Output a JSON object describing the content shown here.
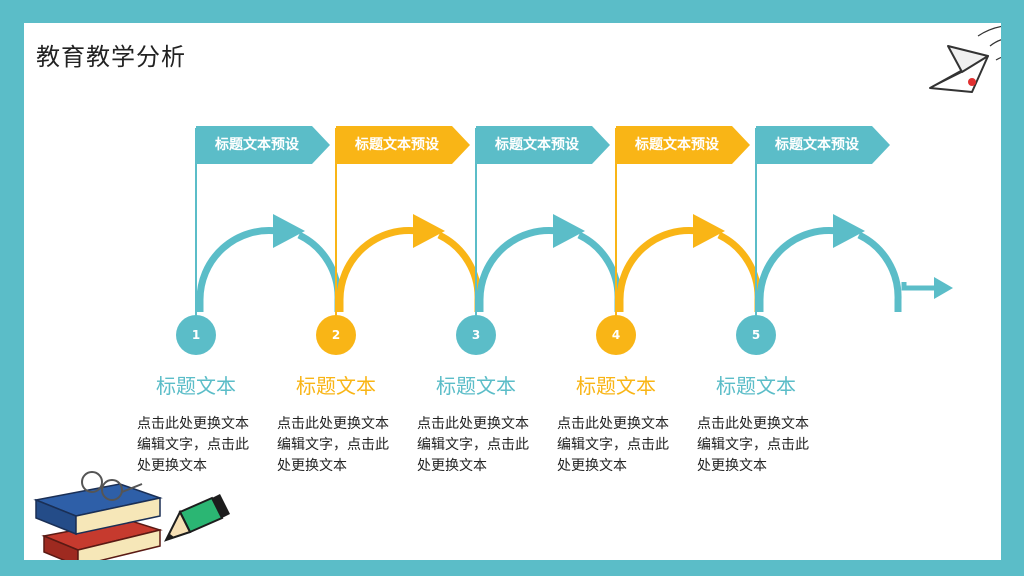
{
  "page": {
    "title": "教育教学分析"
  },
  "colors": {
    "teal": "#5BBDC8",
    "orange": "#F9B516"
  },
  "steps": [
    {
      "number": "1",
      "banner": "标题文本预设",
      "title": "标题文本",
      "desc": "点击此处更换文本编辑文字，点击此处更换文本",
      "color": "#5BBDC8"
    },
    {
      "number": "2",
      "banner": "标题文本预设",
      "title": "标题文本",
      "desc": "点击此处更换文本编辑文字，点击此处更换文本",
      "color": "#F9B516"
    },
    {
      "number": "3",
      "banner": "标题文本预设",
      "title": "标题文本",
      "desc": "点击此处更换文本编辑文字，点击此处更换文本",
      "color": "#5BBDC8"
    },
    {
      "number": "4",
      "banner": "标题文本预设",
      "title": "标题文本",
      "desc": "点击此处更换文本编辑文字，点击此处更换文本",
      "color": "#F9B516"
    },
    {
      "number": "5",
      "banner": "标题文本预设",
      "title": "标题文本",
      "desc": "点击此处更换文本编辑文字，点击此处更换文本",
      "color": "#5BBDC8"
    }
  ],
  "decorations": {
    "books": "books-illustration",
    "pencil": "pencil-illustration",
    "paper_plane": "paper-plane-illustration"
  }
}
